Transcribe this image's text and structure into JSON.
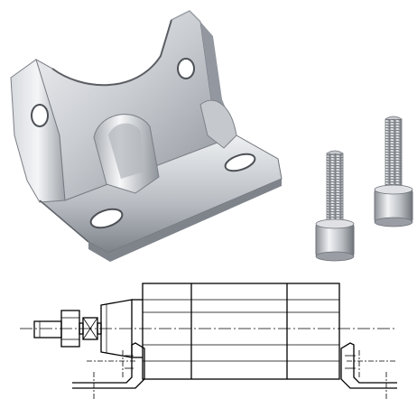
{
  "colors": {
    "background": "#ffffff",
    "metal_light": "#e9ebee",
    "metal_mid": "#bfc3c8",
    "metal_dark": "#7c8188",
    "metal_shadow": "#4e5257",
    "line": "#000000"
  },
  "illustrations": {
    "bracket": "mounting-bracket-photo",
    "screws": "socket-head-cap-screws-photo",
    "drawing": "cylinder-with-foot-mount-technical-drawing"
  }
}
